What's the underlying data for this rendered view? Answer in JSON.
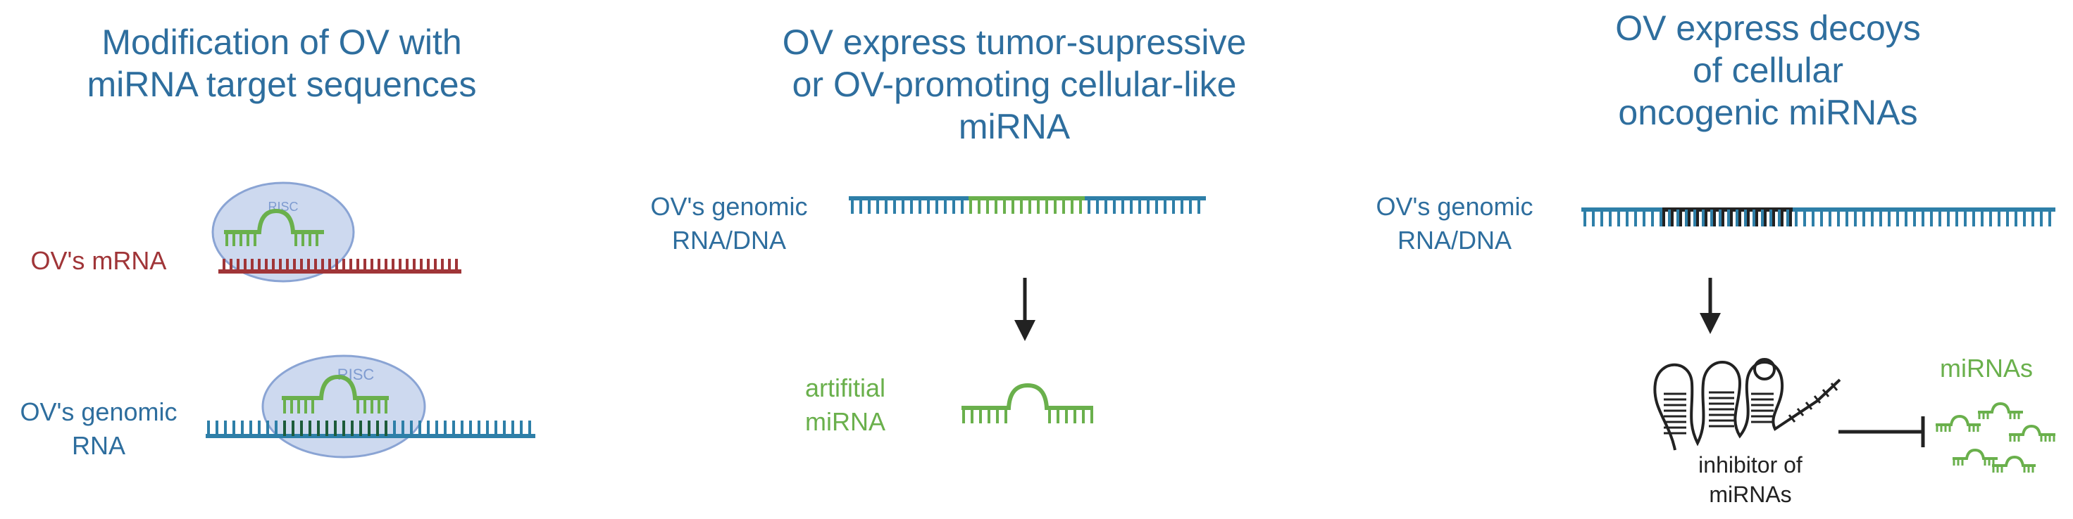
{
  "colors": {
    "title_blue": "#2e6e9e",
    "strand_blue": "#2e7fa8",
    "mrna_red": "#a03538",
    "mirna_green": "#6ab04c",
    "risc_fill": "#c8d5ee",
    "risc_stroke": "#7e9bd0",
    "dark": "#222222"
  },
  "panel1": {
    "title": "Modification of OV with\nmiRNA target sequences",
    "mrna_label": "OV's mRNA",
    "genomic_label": "OV's genomic\nRNA",
    "risc_label_top": "RISC",
    "risc_label_bottom": "RISC"
  },
  "panel2": {
    "title": "OV express tumor-supressive\nor OV-promoting cellular-like\nmiRNA",
    "genomic_label": "OV's genomic\nRNA/DNA",
    "artificial_label": "artifitial\nmiRNA"
  },
  "panel3": {
    "title": "OV express decoys\nof cellular\noncogenic miRNAs",
    "genomic_label": "OV's genomic\nRNA/DNA",
    "inhibitor_label": "inhibitor of\nmiRNAs",
    "mirnas_label": "miRNAs"
  }
}
